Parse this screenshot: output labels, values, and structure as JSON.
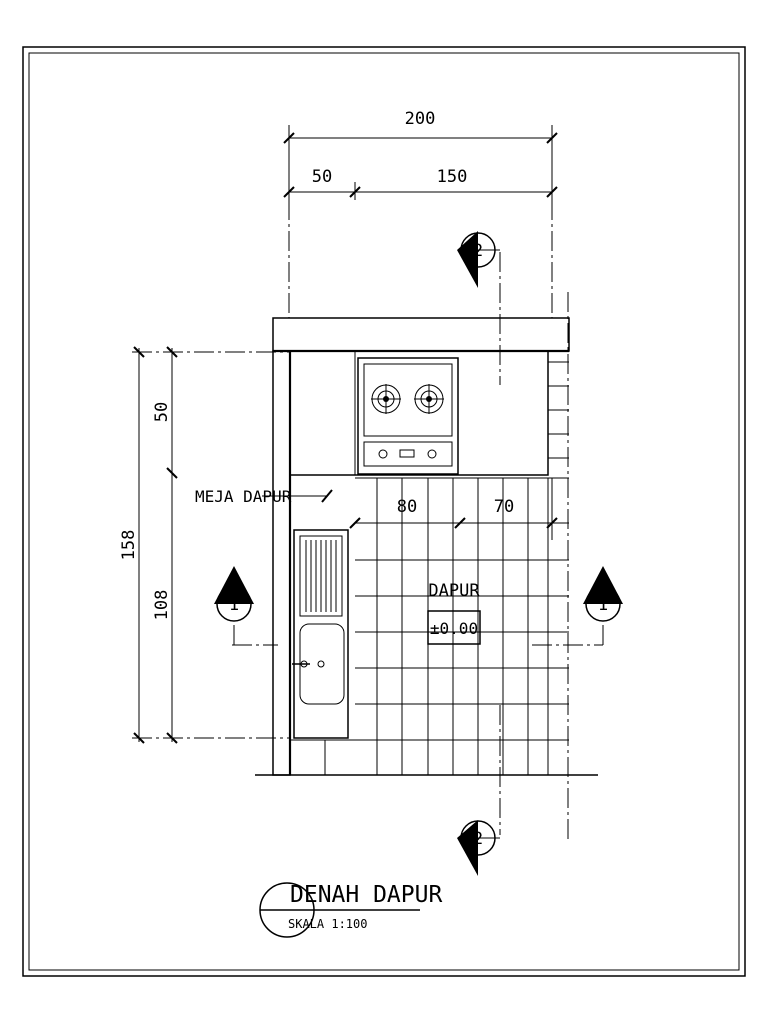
{
  "dimensions": {
    "total_width": "200",
    "width_left": "50",
    "width_right": "150",
    "total_depth": "158",
    "depth_top": "50",
    "depth_bottom": "108",
    "counter_left": "80",
    "counter_right": "70"
  },
  "labels": {
    "counter": "MEJA DAPUR",
    "room": "DAPUR",
    "floor_level": "±0.00"
  },
  "section_markers": {
    "left": "1",
    "right": "1",
    "top": "2",
    "bottom": "2"
  },
  "title_block": {
    "title": "DENAH DAPUR",
    "scale": "SKALA 1:100"
  }
}
